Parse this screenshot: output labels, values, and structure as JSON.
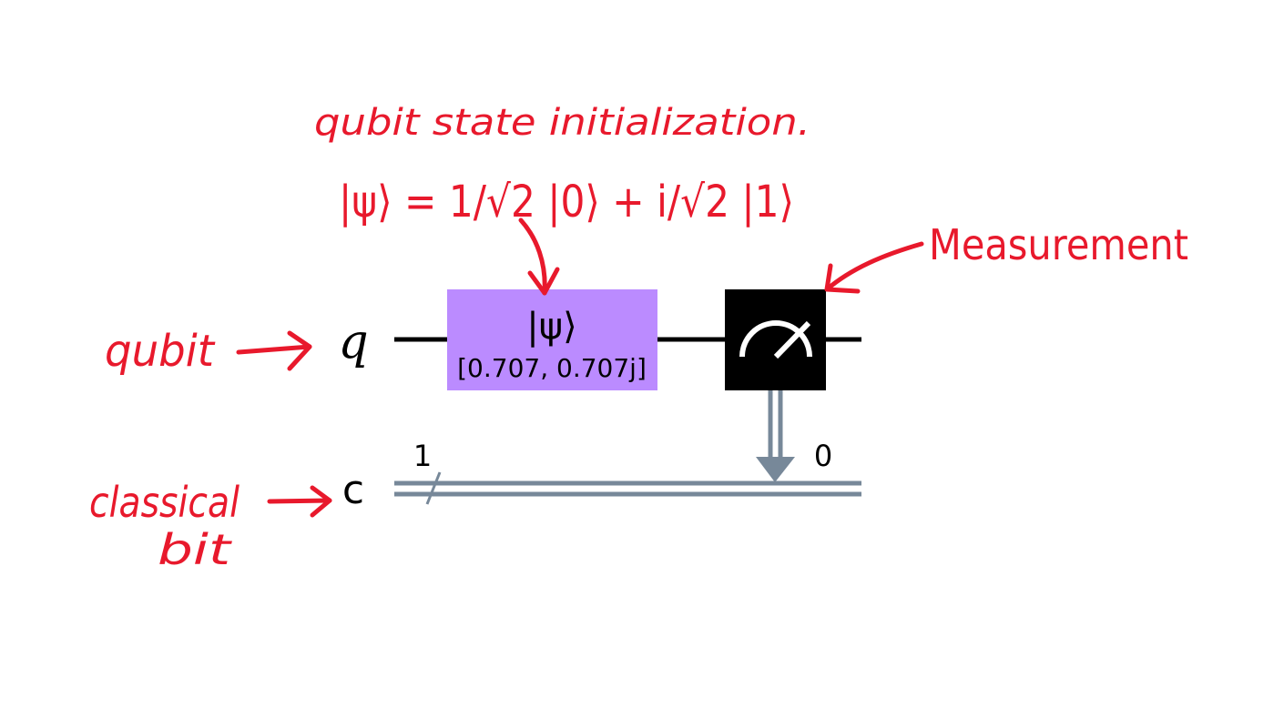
{
  "colors": {
    "annotation": "#e8192c",
    "wire": "#000000",
    "classical_wire": "#778899",
    "init_gate": "#bb8bff",
    "measure_gate": "#000000",
    "background": "#ffffff"
  },
  "circuit": {
    "qubit_register": "q",
    "classical_register": "c",
    "classical_width": "1",
    "init_gate": {
      "symbol": "|ψ⟩",
      "params": "[0.707, 0.707j]"
    },
    "measure_gate": {
      "icon": "meter-icon",
      "target_bit": "0"
    }
  },
  "annotations": {
    "init_title": "qubit state initialization.",
    "init_formula": "|ψ⟩ = 1/√2 |0⟩ + i/√2 |1⟩",
    "measurement": "Measurement",
    "qubit": "qubit",
    "classical_bit_line1": "classical",
    "classical_bit_line2": "bit"
  }
}
